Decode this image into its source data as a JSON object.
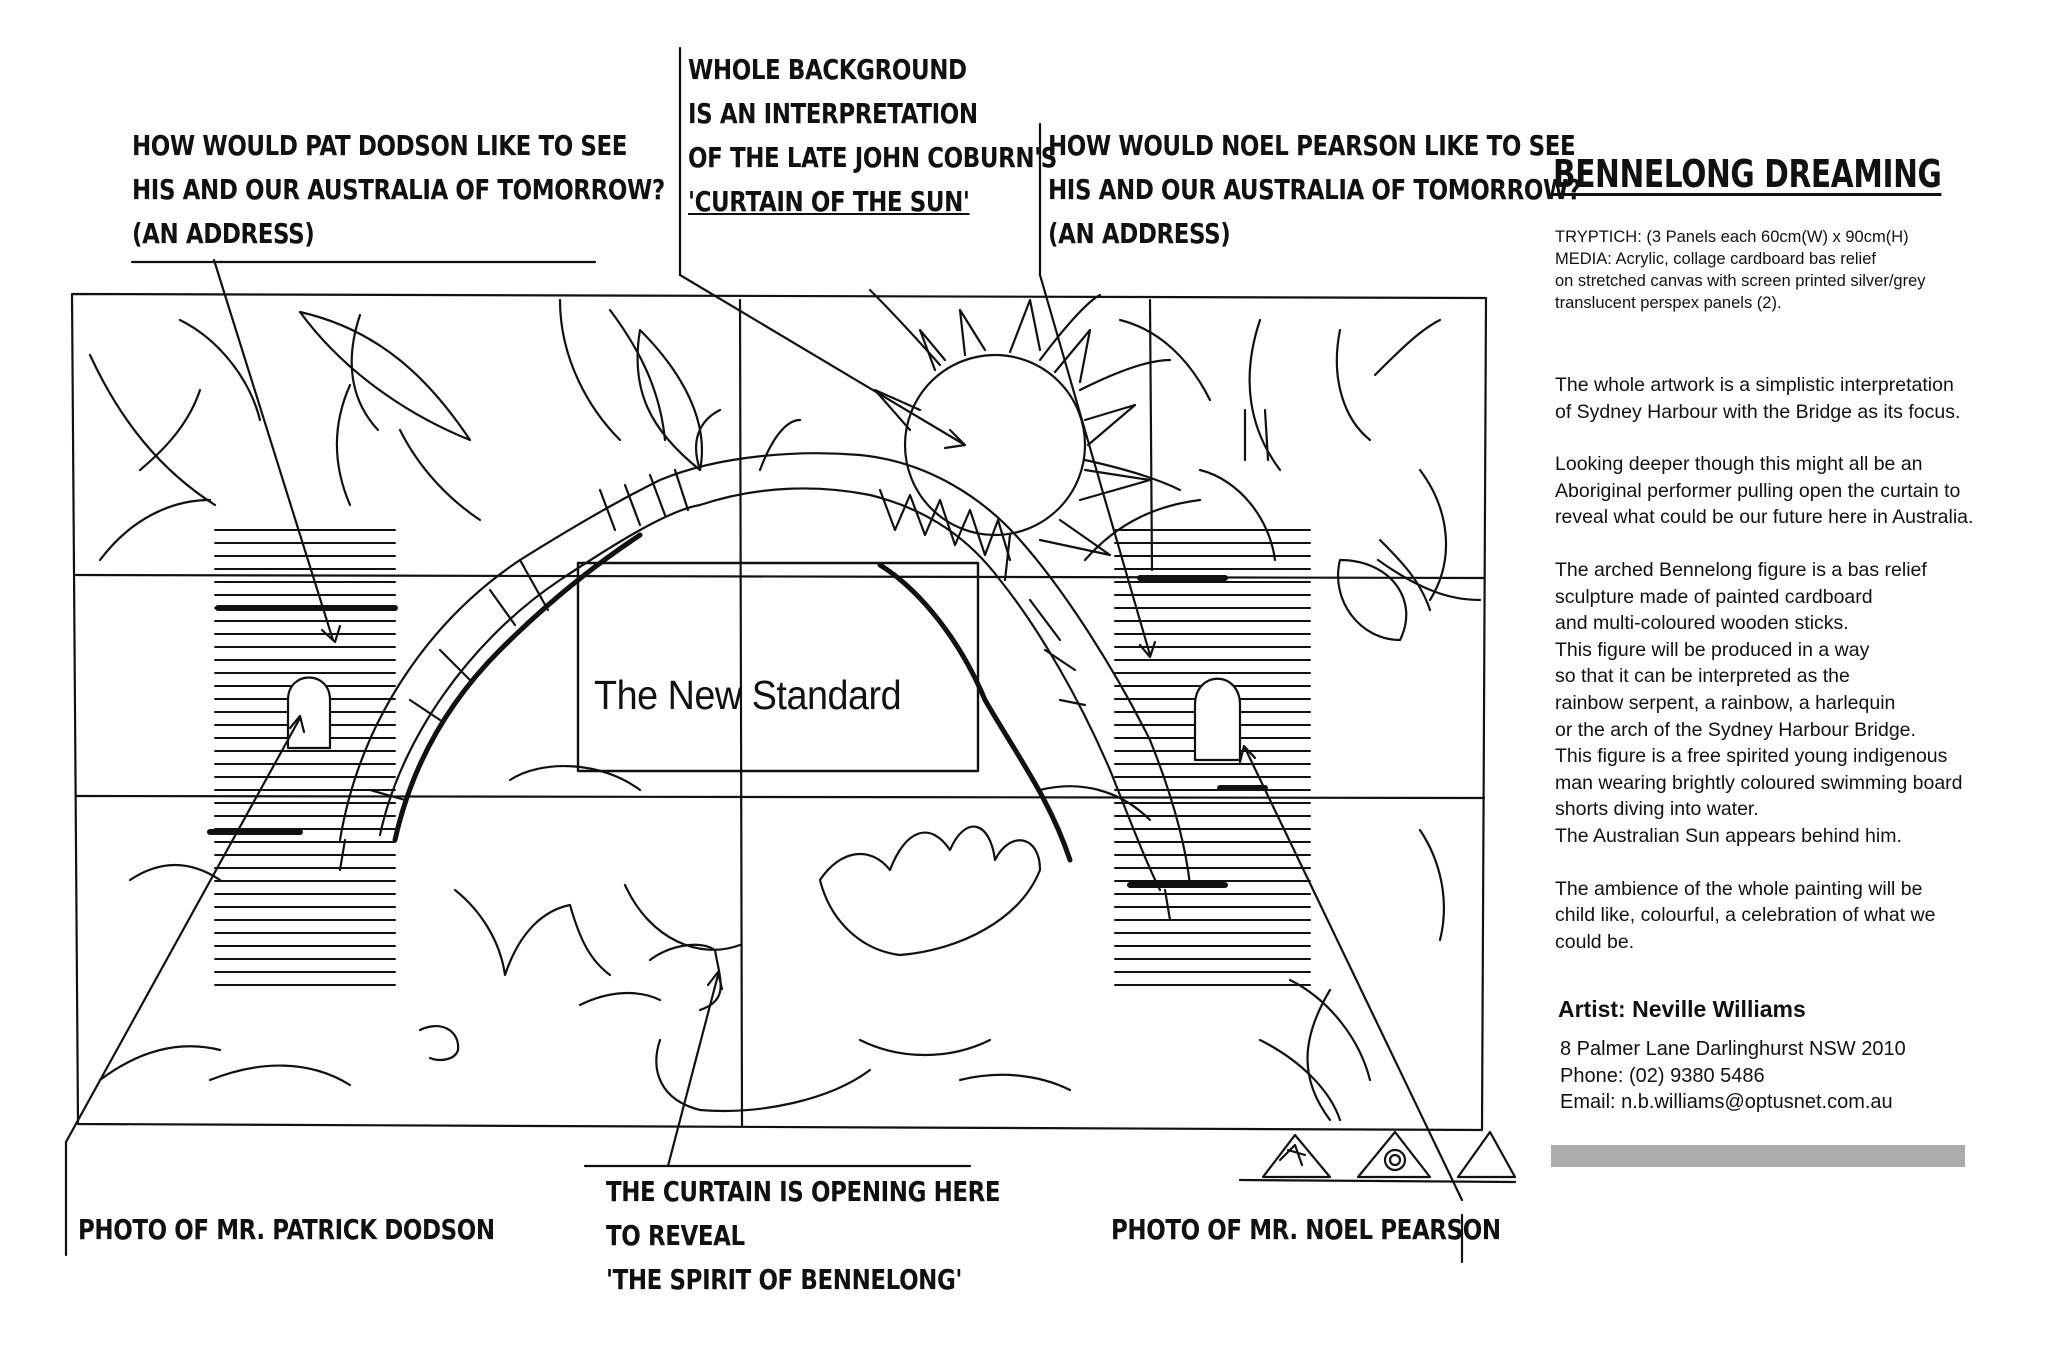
{
  "annotations": {
    "whole_background": [
      "WHOLE BACKGROUND",
      "IS AN INTERPRETATION",
      "OF THE LATE JOHN COBURN'S",
      "'CURTAIN OF THE SUN'"
    ],
    "pat_dodson_question": [
      "HOW WOULD PAT DODSON LIKE TO SEE",
      "HIS AND OUR AUSTRALIA OF TOMORROW?",
      "(AN ADDRESS)"
    ],
    "noel_pearson_question": [
      "HOW WOULD NOEL PEARSON LIKE TO SEE",
      "HIS AND OUR AUSTRALIA OF TOMORROW?",
      "(AN ADDRESS)"
    ],
    "photo_dodson": "PHOTO OF MR. PATRICK DODSON",
    "photo_pearson": "PHOTO OF MR. NOEL PEARSON",
    "curtain_opening": [
      "THE CURTAIN IS OPENING HERE",
      "TO REVEAL",
      "'THE SPIRIT OF BENNELONG'"
    ]
  },
  "artwork": {
    "center_caption": "The New Standard"
  },
  "sidebar": {
    "title": "BENNELONG DREAMING",
    "spec_lines": [
      "TRYPTICH: (3 Panels each 60cm(W) x 90cm(H)",
      "MEDIA: Acrylic, collage cardboard bas relief",
      "on stretched canvas with screen printed silver/grey",
      "translucent perspex panels (2)."
    ],
    "paragraphs": [
      [
        "The whole artwork is a simplistic interpretation",
        "of Sydney Harbour with the Bridge as its focus."
      ],
      [
        "Looking deeper though this might all be an",
        "Aboriginal performer pulling open the curtain to",
        "reveal what could be our future here in Australia."
      ],
      [
        "The arched Bennelong figure is a bas relief",
        "sculpture made of painted cardboard",
        "and multi-coloured wooden sticks.",
        "This figure will be produced in a way",
        "so that it can be interpreted as the",
        "rainbow serpent, a rainbow, a harlequin",
        "or the arch of the Sydney Harbour Bridge.",
        "This figure is a free spirited young indigenous",
        "man wearing brightly coloured swimming board",
        "shorts diving into water.",
        "The Australian Sun appears behind him."
      ],
      [
        "The ambience of the whole painting will be",
        "child like, colourful, a celebration of what we",
        "could be."
      ]
    ],
    "artist": "Artist: Neville Williams",
    "contact": [
      "8 Palmer Lane Darlinghurst NSW 2010",
      "Phone: (02) 9380 5486",
      "Email: n.b.williams@optusnet.com.au"
    ]
  },
  "colors": {
    "ink": "#111111",
    "bar": "#acacac",
    "background": "#ffffff"
  }
}
